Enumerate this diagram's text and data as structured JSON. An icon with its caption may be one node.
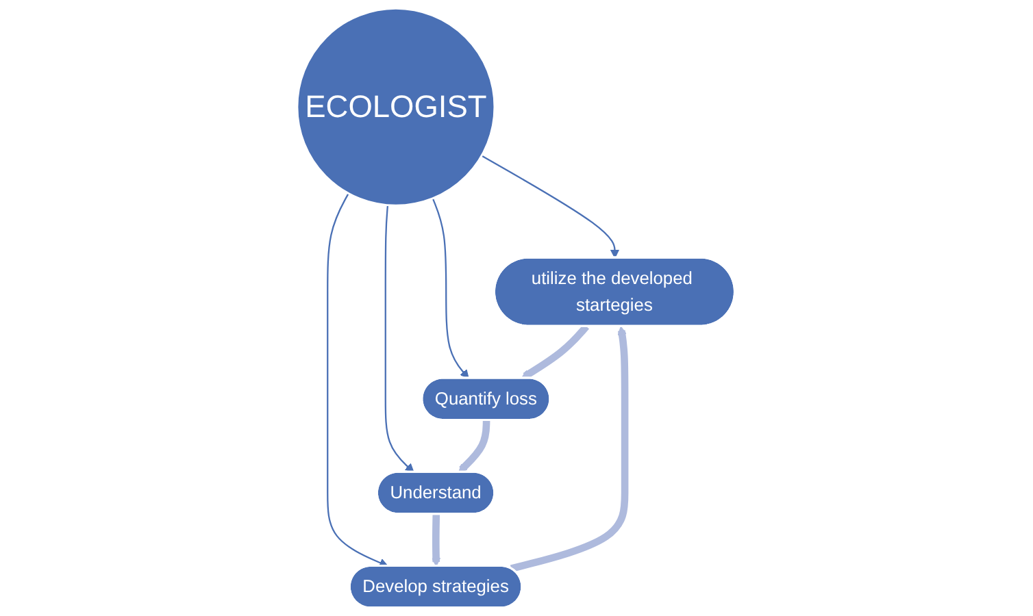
{
  "diagram": {
    "nodes": [
      {
        "text": [
          "ECOLOGIST"
        ]
      },
      {
        "text": [
          "utilize the developed startegies"
        ]
      },
      {
        "text": [
          "Develop strategies"
        ]
      },
      {
        "text": [
          "Quantify loss"
        ]
      },
      {
        "text": [
          "Understand"
        ]
      }
    ],
    "edges": [
      {
        "from": 0,
        "to": 1,
        "arrow": "to"
      },
      {
        "from": 0,
        "to": 2,
        "arrow": "to"
      },
      {
        "from": 0,
        "to": 3,
        "arrow": "to"
      },
      {
        "from": 0,
        "to": 4,
        "arrow": "to"
      },
      {
        "from": 1,
        "to": 3,
        "arrow": "to",
        "style": "thick",
        "color": "#aebadd"
      },
      {
        "from": 3,
        "to": 4,
        "arrow": "to",
        "style": "thick",
        "color": "#aebadd"
      },
      {
        "from": 4,
        "to": 2,
        "arrow": "to",
        "style": "thick",
        "color": "#aebadd"
      },
      {
        "from": 2,
        "to": 1,
        "arrow": "to",
        "style": "thick",
        "color": "#aebadd"
      }
    ]
  }
}
